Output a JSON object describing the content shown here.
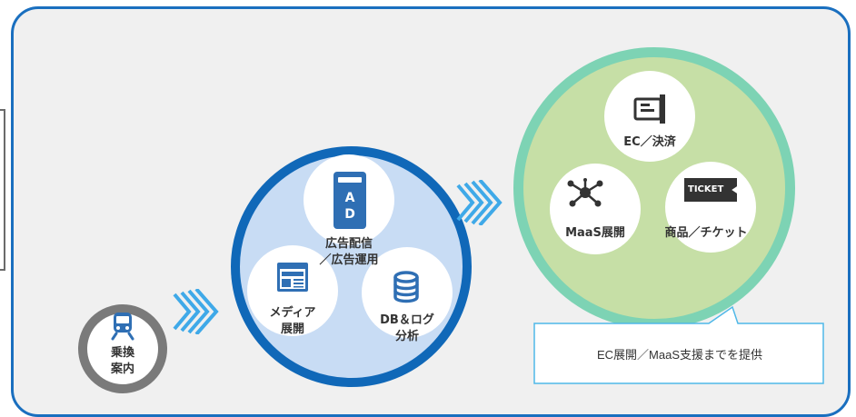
{
  "colors": {
    "frame_border": "#1a6fbf",
    "frame_bg": "#f0f0f0",
    "ring_gray": "#7a7a7a",
    "ring_blue": "#1068b8",
    "fill_blue": "#c8dcf4",
    "ring_green": "#7dd3b4",
    "fill_green": "#c6dfa6",
    "icon_blue": "#2f6fb4",
    "chevron_blue": "#3fa9e8",
    "callout_border": "#4fb8e8"
  },
  "stage1": {
    "label_line1": "乗換",
    "label_line2": "案内",
    "icon": "train-icon"
  },
  "stage2": {
    "ad": {
      "icon": "ad-banner-icon",
      "icon_text_1": "A",
      "icon_text_2": "D",
      "label_line1": "広告配信",
      "label_line2": "／広告運用"
    },
    "media": {
      "icon": "webpage-icon",
      "label_line1": "メディア",
      "label_line2": "展開"
    },
    "db": {
      "icon": "database-icon",
      "label_line1": "DB＆ログ",
      "label_line2": "分析"
    }
  },
  "stage3": {
    "ec": {
      "icon": "card-reader-icon",
      "label": "EC／決済"
    },
    "maas": {
      "icon": "network-icon",
      "label": "MaaS展開"
    },
    "ticket": {
      "icon": "ticket-icon",
      "icon_text": "TICKET",
      "label": "商品／チケット"
    }
  },
  "callout": {
    "text": "EC展開／MaaS支援までを提供"
  }
}
